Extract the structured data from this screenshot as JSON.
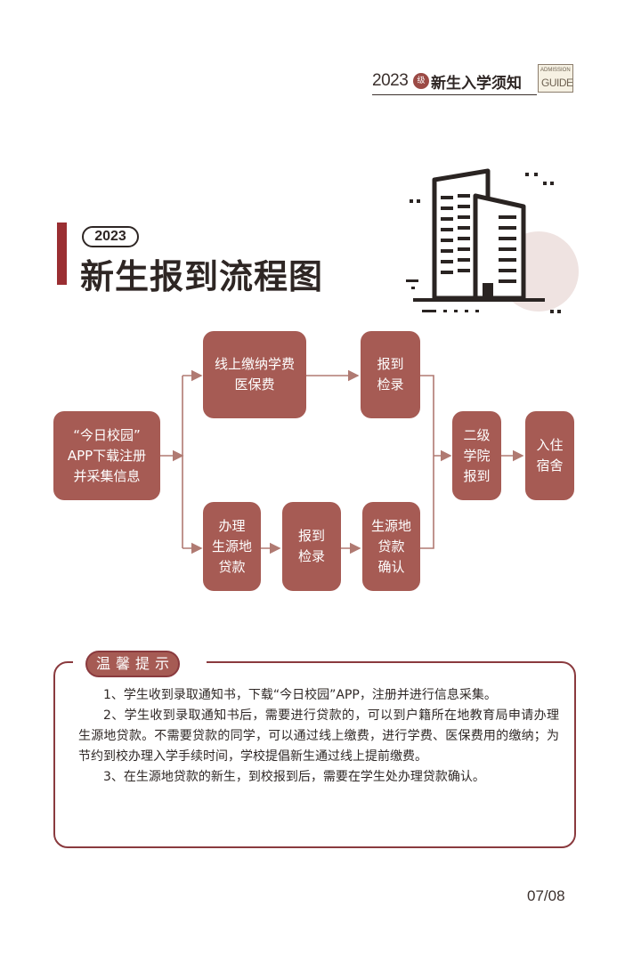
{
  "header": {
    "year": "2023",
    "badge": "级",
    "title": "新生入学须知",
    "guide_small": "ADMISSION",
    "guide_big": "GUIDE"
  },
  "title": {
    "year": "2023",
    "main": "新生报到流程图"
  },
  "flow": {
    "start": [
      "“今日校园”",
      "APP下载注册",
      "并采集信息"
    ],
    "online_pay": [
      "线上缴纳学费",
      "医保费"
    ],
    "check_top": [
      "报到",
      "检录"
    ],
    "loan_apply": [
      "办理",
      "生源地",
      "贷款"
    ],
    "check_bottom": [
      "报到",
      "检录"
    ],
    "loan_confirm": [
      "生源地",
      "贷款",
      "确认"
    ],
    "college": [
      "二级",
      "学院",
      "报到"
    ],
    "dorm": [
      "入住",
      "宿舍"
    ]
  },
  "tips": {
    "label": "温馨提示",
    "items": [
      "1、学生收到录取通知书，下载“今日校园”APP，注册并进行信息采集。",
      "2、学生收到录取通知书后，需要进行贷款的，可以到户籍所在地教育局申请办理生源地贷款。不需要贷款的同学，可以通过线上缴费，进行学费、医保费用的缴纳；为节约到校办理入学手续时间，学校提倡新生通过线上提前缴费。",
      "3、在生源地贷款的新生，到校报到后，需要在学生处办理贷款确认。"
    ]
  },
  "page_number": "07/08",
  "colors": {
    "node": "#a65b54",
    "accent": "#9a2e32",
    "arrow": "#b07a72"
  }
}
